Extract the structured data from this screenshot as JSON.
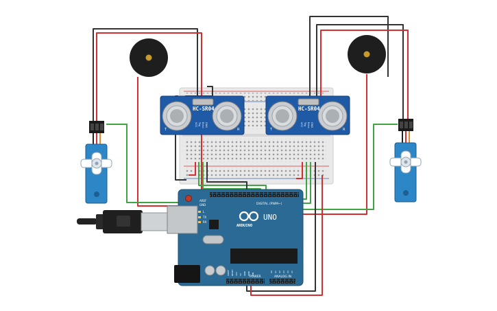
{
  "sensor_left": {
    "model": "HC-SR04",
    "pins": [
      "VCC",
      "Trig",
      "Echo",
      "GND"
    ],
    "side_t": "T",
    "side_r": "R"
  },
  "sensor_right": {
    "model": "HC-SR04",
    "pins": [
      "VCC",
      "Trig",
      "Echo",
      "GND"
    ],
    "side_t": "T",
    "side_r": "R"
  },
  "arduino": {
    "brand": "ARDUINO",
    "model": "UNO",
    "digital_label": "DIGITAL (PWM~)",
    "power_label": "POWER",
    "analog_label": "ANALOG IN",
    "led_tx": "TX",
    "led_rx": "RX",
    "led_l": "L",
    "aref": "AREF",
    "gnd": "GND",
    "power_pins": [
      "IOREF",
      "RESET",
      "3V3",
      "5V",
      "GND",
      "GND",
      "VIN"
    ],
    "analog_pins": [
      "A0",
      "A1",
      "A2",
      "A3",
      "A4",
      "A5"
    ]
  },
  "colors": {
    "wire_red": "#d32f2f",
    "wire_black": "#333333",
    "wire_green": "#3fa441",
    "pcb": "#2b6a94",
    "servo": "#2d86c6",
    "sensor": "#1f5aa6"
  }
}
